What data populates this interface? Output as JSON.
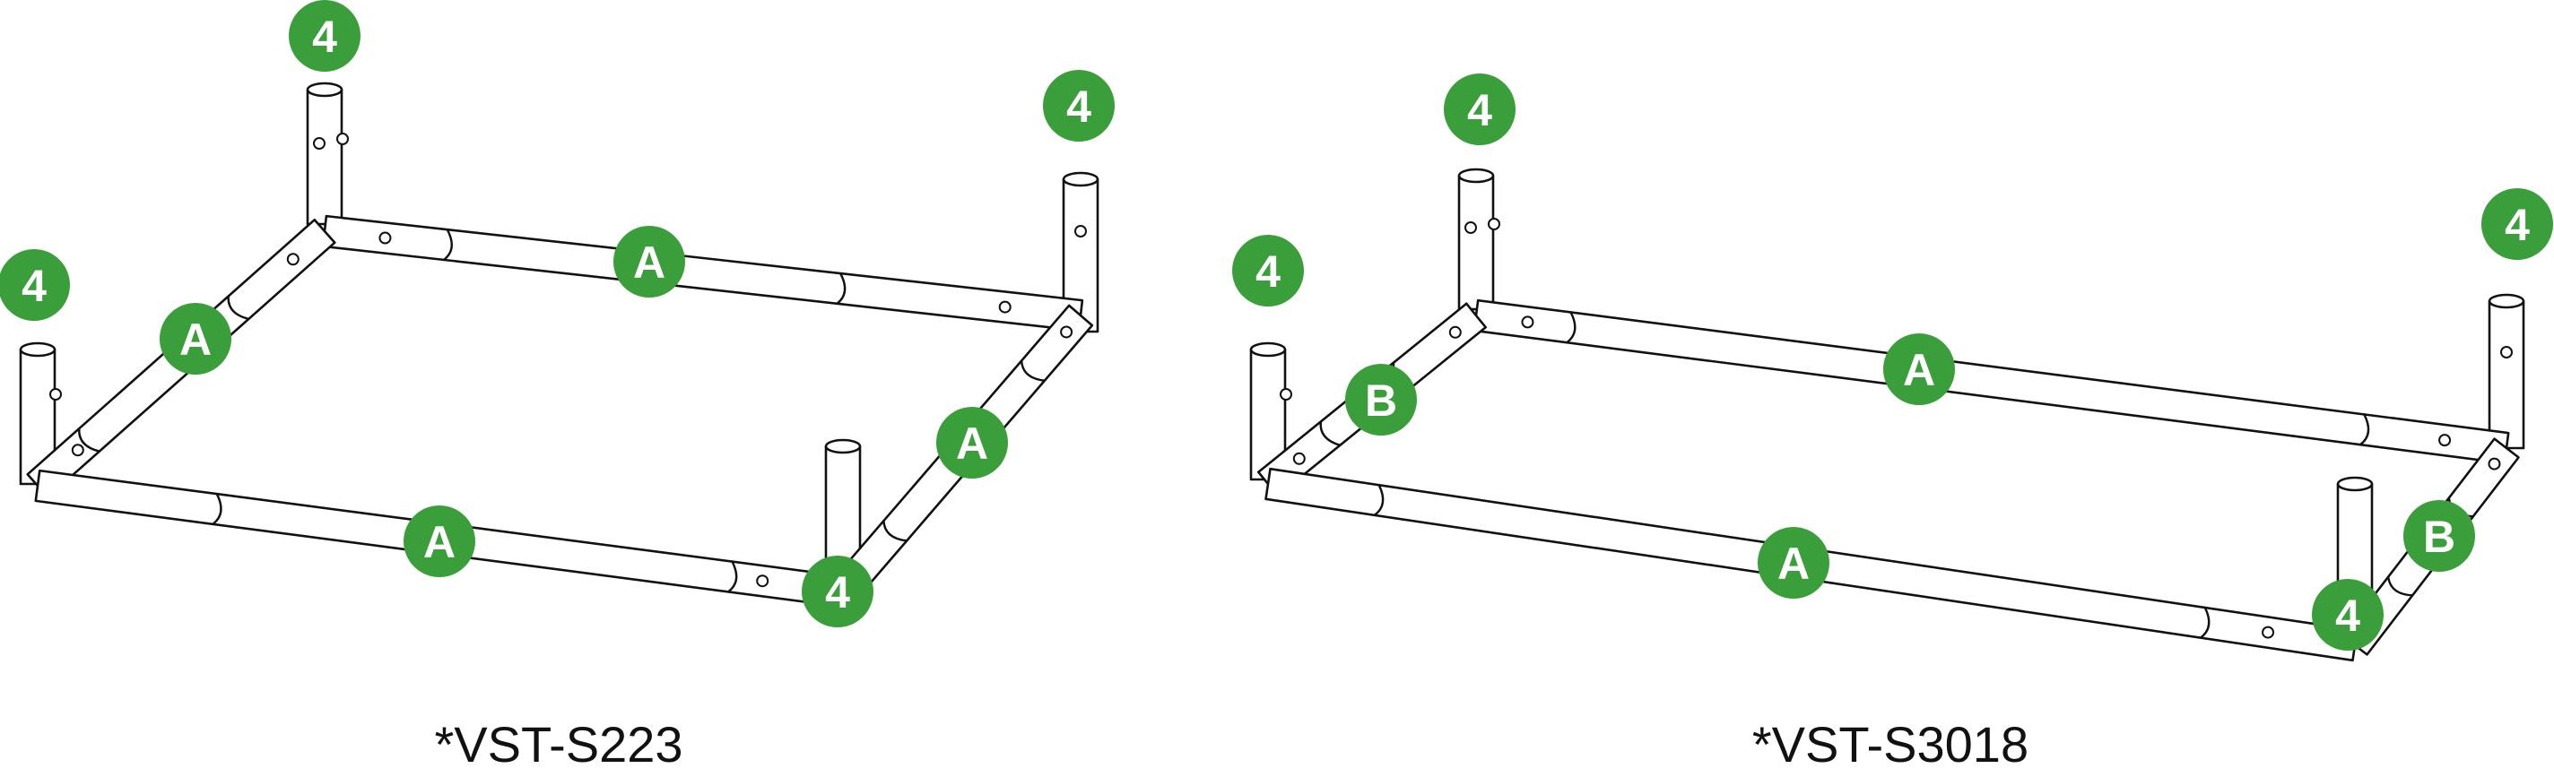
{
  "colors": {
    "badge": "#3a9e3a",
    "badge_text": "#ffffff",
    "line": "#111111",
    "background": "#ffffff"
  },
  "frames": [
    {
      "caption": "*VST-S223",
      "badges": [
        "4",
        "4",
        "4",
        "4",
        "A",
        "A",
        "A",
        "A"
      ]
    },
    {
      "caption": "*VST-S3018",
      "badges": [
        "4",
        "4",
        "4",
        "4",
        "A",
        "A",
        "B",
        "B"
      ]
    }
  ]
}
